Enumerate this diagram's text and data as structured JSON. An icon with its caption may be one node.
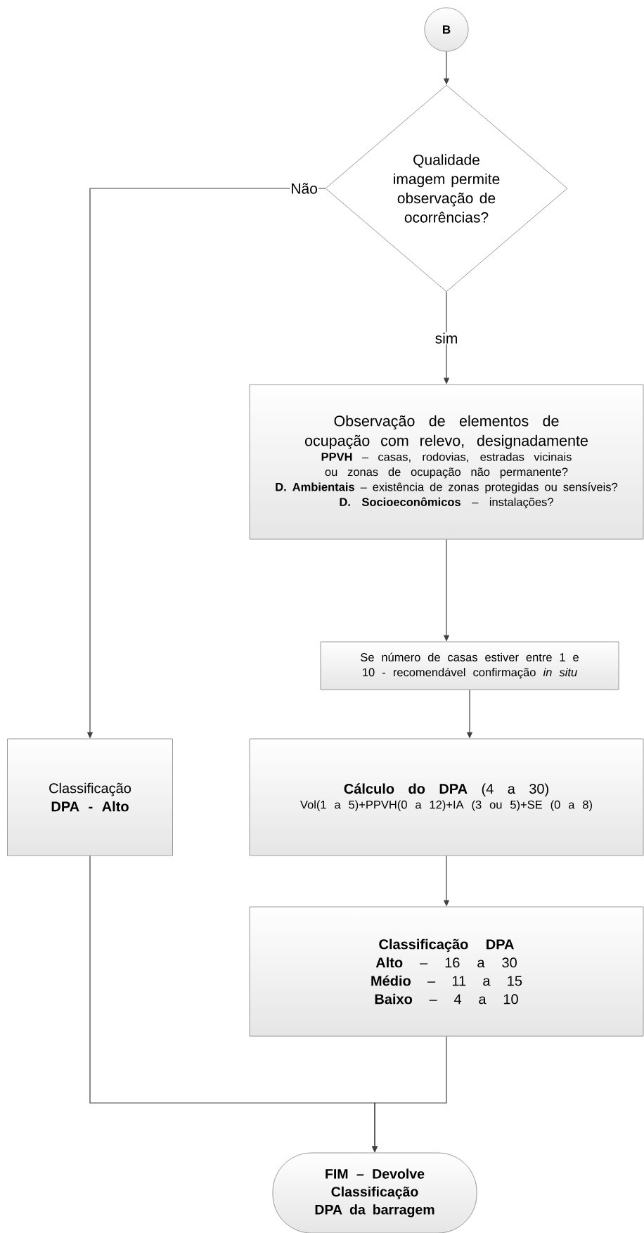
{
  "diagram": {
    "nodes": [
      {
        "text": [
          "B"
        ]
      },
      {
        "text": [
          "Qualidade imagem permite observação de ocorrências?"
        ]
      },
      {
        "text": [
          "Observação de elementos de ocupação com relevo, designadamente",
          "**PPVH** – casas, rodovias, estradas vicinais ou zonas de ocupação não permanente?",
          "**D. Ambientais** – existência de zonas protegidas ou sensíveis?",
          "**D. Socioeconômicos** – instalações?"
        ]
      },
      {
        "text": [
          "Se número de casas estiver entre 1 e 10 - recomendável confirmação *in situ*"
        ]
      },
      {
        "text": [
          "**Cálculo do DPA** (4 a 30)",
          "Vol(1 a 5)+PPVH(0 a 12)+IA (3 ou 5)+SE (0 a 8)"
        ]
      },
      {
        "text": [
          "Classificação DPA",
          "**Alto** – 16 a 30",
          "**Médio** – 11 a 15",
          "**Baixo** – 4 a 10"
        ]
      },
      {
        "text": [
          "Classificação",
          "DPA - Alto"
        ]
      },
      {
        "text": [
          "FIM – Devolve Classificação DPA da barragem"
        ]
      }
    ],
    "edges": [
      {
        "from": 0,
        "to": 1,
        "arrow": "to"
      },
      {
        "from": 1,
        "to": 2,
        "arrow": "to",
        "label": "sim"
      },
      {
        "from": 1,
        "to": 6,
        "arrow": "to",
        "label": "Não"
      },
      {
        "from": 2,
        "to": 3,
        "arrow": "to"
      },
      {
        "from": 3,
        "to": 4,
        "arrow": "to"
      },
      {
        "from": 4,
        "to": 5,
        "arrow": "to"
      },
      {
        "from": 5,
        "to": 7,
        "arrow": "to"
      },
      {
        "from": 6,
        "to": 7,
        "arrow": "to"
      }
    ]
  }
}
